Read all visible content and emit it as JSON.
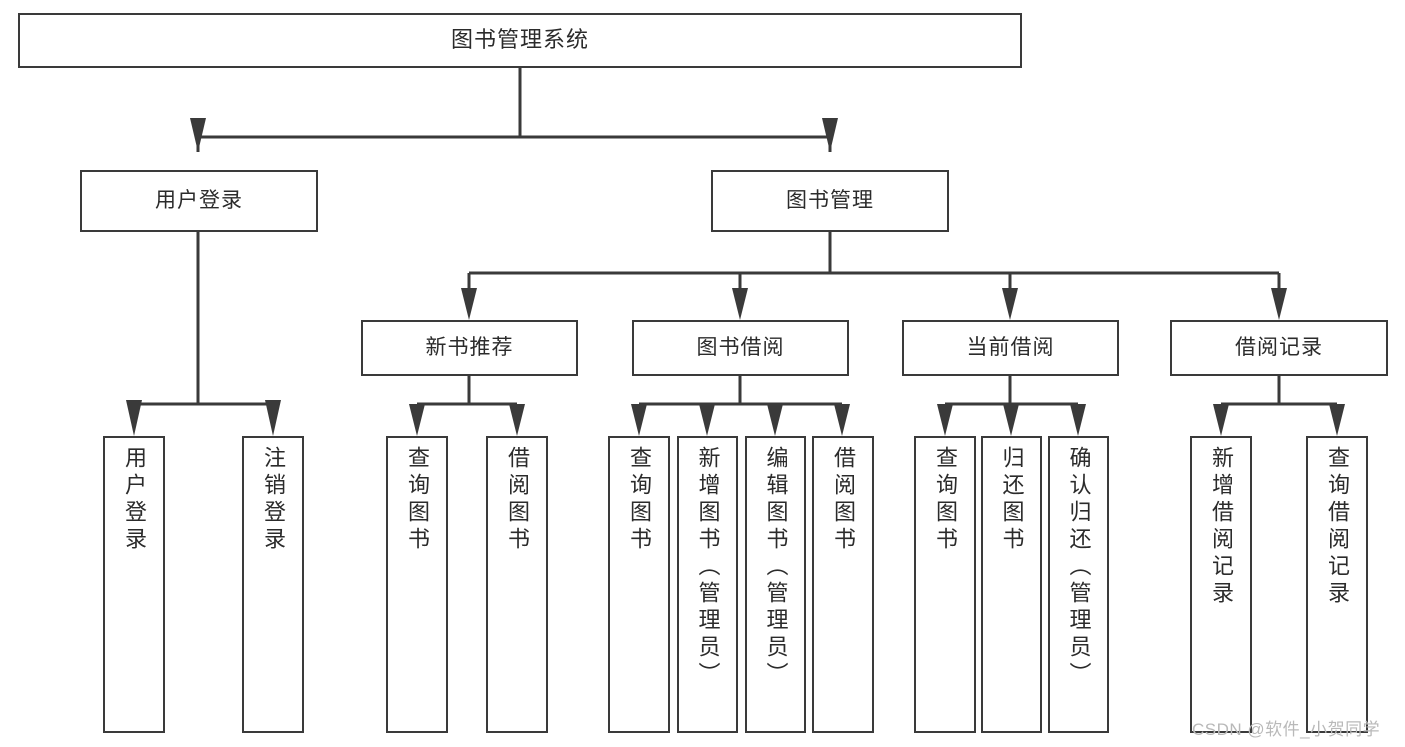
{
  "diagram": {
    "type": "tree-hierarchy",
    "title": "图书管理系统",
    "watermark": "CSDN @软件_小贺同学",
    "colors": {
      "box_border": "#3a3a3a",
      "box_fill": "#ffffff",
      "edge": "#3a3a3a",
      "text": "#2b2b2b",
      "watermark": "#b9b9b9",
      "background": "#ffffff"
    },
    "levels": {
      "root": {
        "label": "图书管理系统"
      },
      "level2": [
        {
          "label": "用户登录"
        },
        {
          "label": "图书管理"
        }
      ],
      "level3": [
        {
          "label": "新书推荐"
        },
        {
          "label": "图书借阅"
        },
        {
          "label": "当前借阅"
        },
        {
          "label": "借阅记录"
        }
      ],
      "leaves": {
        "user_login": [
          {
            "label": "用户登录"
          },
          {
            "label": "注销登录"
          }
        ],
        "new_book_recommend": [
          {
            "label": "查询图书"
          },
          {
            "label": "借阅图书"
          }
        ],
        "book_borrow": [
          {
            "label": "查询图书"
          },
          {
            "label": "新增图书（管理员）"
          },
          {
            "label": "编辑图书（管理员）"
          },
          {
            "label": "借阅图书"
          }
        ],
        "current_borrow": [
          {
            "label": "查询图书"
          },
          {
            "label": "归还图书"
          },
          {
            "label": "确认归还（管理员）"
          }
        ],
        "borrow_record": [
          {
            "label": "新增借阅记录"
          },
          {
            "label": "查询借阅记录"
          }
        ]
      }
    }
  }
}
